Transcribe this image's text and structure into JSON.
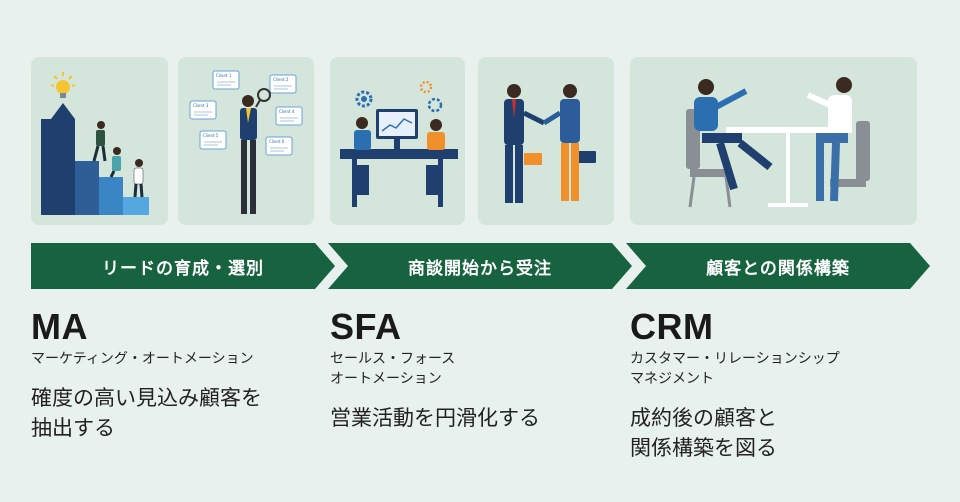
{
  "flow": {
    "stages": [
      {
        "label": "リードの育成・選別"
      },
      {
        "label": "商談開始から受注"
      },
      {
        "label": "顧客との関係構築"
      }
    ]
  },
  "ma": {
    "abbr": "MA",
    "full": "マーケティング・オートメーション",
    "desc": "確度の高い見込み顧客を\n抽出する"
  },
  "sfa": {
    "abbr": "SFA",
    "full": "セールス・フォース\nオートメーション",
    "desc": "営業活動を円滑化する"
  },
  "crm": {
    "abbr": "CRM",
    "full": "カスタマー・リレーションシップ\nマネジメント",
    "desc": "成約後の顧客と\n関係構築を図る"
  },
  "illustration_labels": [
    "Client 1",
    "Client 2",
    "Client 3",
    "Client 4",
    "Client 5",
    "Client 6"
  ],
  "colors": {
    "accent": "#17633f",
    "background": "#e8f1ed",
    "card": "#d4e5dc",
    "navy": "#1f3f6e",
    "blue": "#2c6fb0",
    "orange": "#f0902a"
  },
  "icons": [
    "lightbulb-icon",
    "gear-icon",
    "magnifier-icon",
    "briefcase-icon"
  ]
}
